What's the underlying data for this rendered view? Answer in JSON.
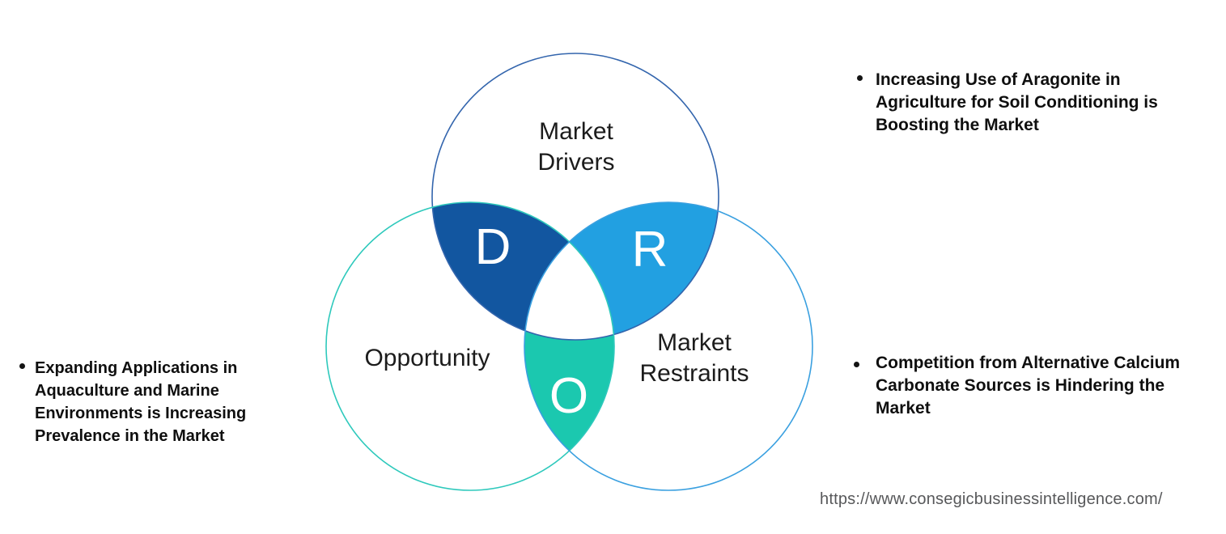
{
  "diagram": {
    "circles": {
      "drivers": {
        "label_line1": "Market",
        "label_line2": "Drivers",
        "outline_color": "#3365ad"
      },
      "opportunity": {
        "label": "Opportunity",
        "outline_color": "#2ec9bc"
      },
      "restraints": {
        "label_line1": "Market",
        "label_line2": "Restraints",
        "outline_color": "#3aa0e0"
      }
    },
    "regions": {
      "d": {
        "letter": "D",
        "fill": "#1256a0"
      },
      "r": {
        "letter": "R",
        "fill": "#22a0e1"
      },
      "o": {
        "letter": "O",
        "fill": "#1bc8af"
      },
      "center_fill": "#ffffff",
      "letter_color": "#ffffff"
    }
  },
  "bullets": {
    "driver": {
      "lines": [
        "Increasing Use of Aragonite in",
        "Agriculture for Soil Conditioning is",
        "Boosting the Market"
      ]
    },
    "restraint": {
      "lines": [
        "Competition from Alternative Calcium",
        "Carbonate Sources is Hindering the",
        "Market"
      ]
    },
    "opportunity": {
      "lines": [
        "Expanding Applications in",
        "Aquaculture and Marine",
        "Environments is Increasing",
        "Prevalence in the Market"
      ]
    }
  },
  "footer": {
    "url": "https://www.consegicbusinessintelligence.com/"
  }
}
